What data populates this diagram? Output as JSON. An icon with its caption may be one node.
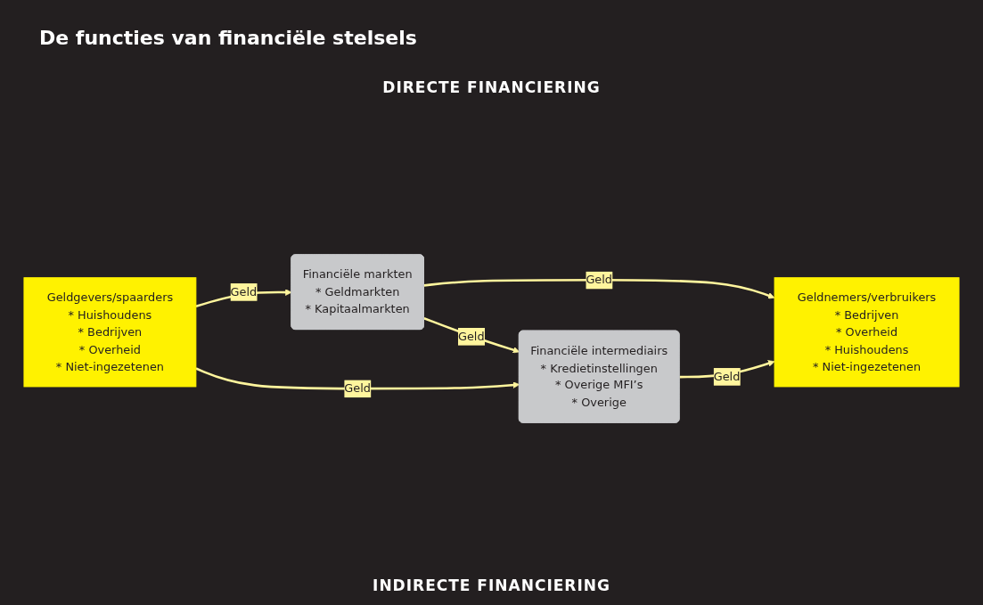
{
  "diagram": {
    "title": "De functies van financiële stelsels",
    "nodes": [
      {
        "text": [
          "Geldgevers/spaarders",
          "* Huishoudens",
          "* Bedrijven",
          "* Overheid",
          "* Niet-ingezetenen"
        ]
      },
      {
        "text": [
          "Financiële markten",
          "* Geldmarkten",
          "* Kapitaalmarkten"
        ]
      },
      {
        "text": [
          "Geldnemers/verbruikers",
          "* Bedrijven",
          "* Overheid",
          "* Huishoudens",
          "* Niet-ingezetenen"
        ]
      },
      {
        "text": [
          "Financiële intermediairs",
          "* Kredietinstellingen",
          "* Overige MFI’s",
          "* Overige"
        ]
      }
    ],
    "edges": [
      {
        "from": 0,
        "to": 1,
        "arrow": "to",
        "label": "Geld"
      },
      {
        "from": 1,
        "to": 2,
        "arrow": "to",
        "label": "Geld"
      },
      {
        "from": 1,
        "to": 3,
        "arrow": "to",
        "label": "Geld"
      },
      {
        "from": 0,
        "to": 3,
        "arrow": "to",
        "label": "Geld"
      },
      {
        "from": 3,
        "to": 2,
        "arrow": "to",
        "label": "Geld"
      }
    ],
    "labels": [
      "DIRECTE FINANCIERING",
      "INDIRECTE FINANCIERING"
    ]
  }
}
